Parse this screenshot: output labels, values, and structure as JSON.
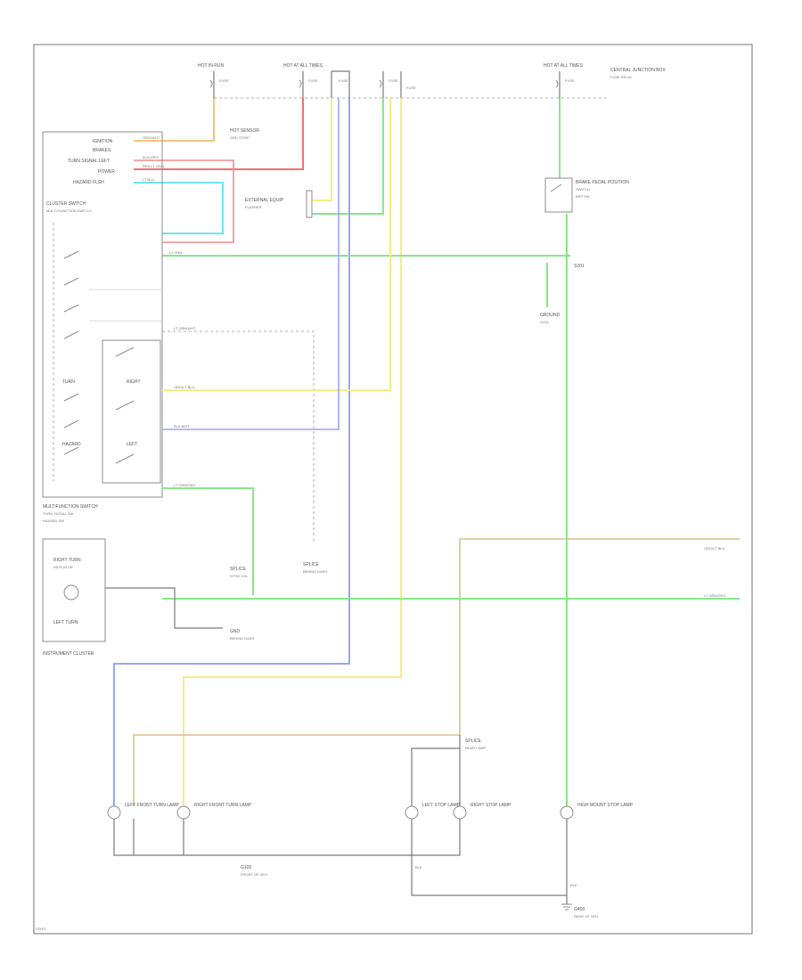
{
  "diagram": {
    "footer_code": "G0001",
    "colors": {
      "orange": "#f2c47a",
      "red": "#f07070",
      "pink": "#f28c8c",
      "cyan": "#6fe6ee",
      "green": "#86e886",
      "yellow": "#f5ec86",
      "blue": "#9aa6f0",
      "tan": "#d8bf8a",
      "gray": "#7a7a7a"
    },
    "labels": {
      "hot_in_run": "HOT IN RUN",
      "hot_at_all_times_1": "HOT AT ALL TIMES",
      "hot_at_all_times_2": "HOT AT ALL TIMES",
      "fuse_1": "FUSE",
      "fuse_2": "FUSE",
      "fuse_3": "FUSE",
      "fuse_4": "FUSE",
      "fuse_5": "FUSE",
      "fuse_6": "FUSE",
      "central_junction": "CENTRAL JUNCTION BOX",
      "fuse_box_note": "FUSE RELAY",
      "wire_orange_top": "ORG/WHT",
      "wire_red_top": "RED/LT GRN",
      "wire_pink_top": "BLK/ORG",
      "wire_cyan_top": "LT BLU",
      "wire_green_top": "LT GRN",
      "ignition": "IGNITION",
      "brakes": "BRAKES",
      "turn_signal_left": "TURN SIGNAL LEFT",
      "power": "POWER",
      "hazard_flash": "HAZARD FLSH",
      "cluster_switch": "CLUSTER SWITCH",
      "mult_func_switch": "MULTI-FUNCTION SWITCH",
      "hot_sensor": "HOT SENSOR",
      "hot_sensor_note": "GRD STRIP",
      "external_equip": "EXTERNAL EQUIP",
      "external_note": "FLASHER",
      "brake_pedal_position": "BRAKE PEDAL POSITION",
      "brake_switch_note": "SWITCH",
      "brake_switch_note2": "BPP SW",
      "grd_1": "GROUND",
      "grd_1_note": "G200",
      "grd_ref": "S201",
      "turn_label": "TURN",
      "hazard_label": "HAZARD",
      "right_label": "RIGHT",
      "left_label": "LEFT",
      "wire_switch_1": "LT GRN/WHT",
      "wire_switch_2": "ORG/LT BLU",
      "wire_switch_3": "LT GRN/ORG",
      "wire_switch_4": "BLK/WHT",
      "switch_caption_1": "MULTIFUNCTION SWITCH",
      "switch_caption_2": "TURN SIGNAL SW",
      "switch_caption_3": "HAZARD SW",
      "mid_label_1": "SPLICE",
      "mid_label_2": "STRG COL",
      "mid_label_3": "SPLICE",
      "mid_label_4": "BEHIND DASH",
      "right_out_1": "ORG/LT BLU",
      "right_out_2": "LT GRN/ORG",
      "cluster_right_turn": "RIGHT TURN",
      "cluster_left_turn": "LEFT TURN",
      "cluster_indicator": "INDICATOR",
      "cluster_caption": "INSTRUMENT CLUSTER",
      "cluster_gnd": "GND",
      "cluster_gnd_note": "BEHIND DASH",
      "splice_rear": "SPLICE",
      "splice_rear_note": "REAR LAMP",
      "lamp_lf": "LEFT FRONT TURN LAMP",
      "lamp_rf": "RIGHT FRONT TURN LAMP",
      "lamp_lr": "LEFT STOP LAMP",
      "lamp_rr": "RIGHT STOP LAMP",
      "lamp_hm": "HIGH MOUNT STOP LAMP",
      "gnd_front": "G100",
      "gnd_front_note": "FRONT OF VEH",
      "gnd_rear": "G400",
      "gnd_rear_note": "REAR OF VEH",
      "rear_black": "BLK",
      "rear_black2": "BLK"
    }
  }
}
